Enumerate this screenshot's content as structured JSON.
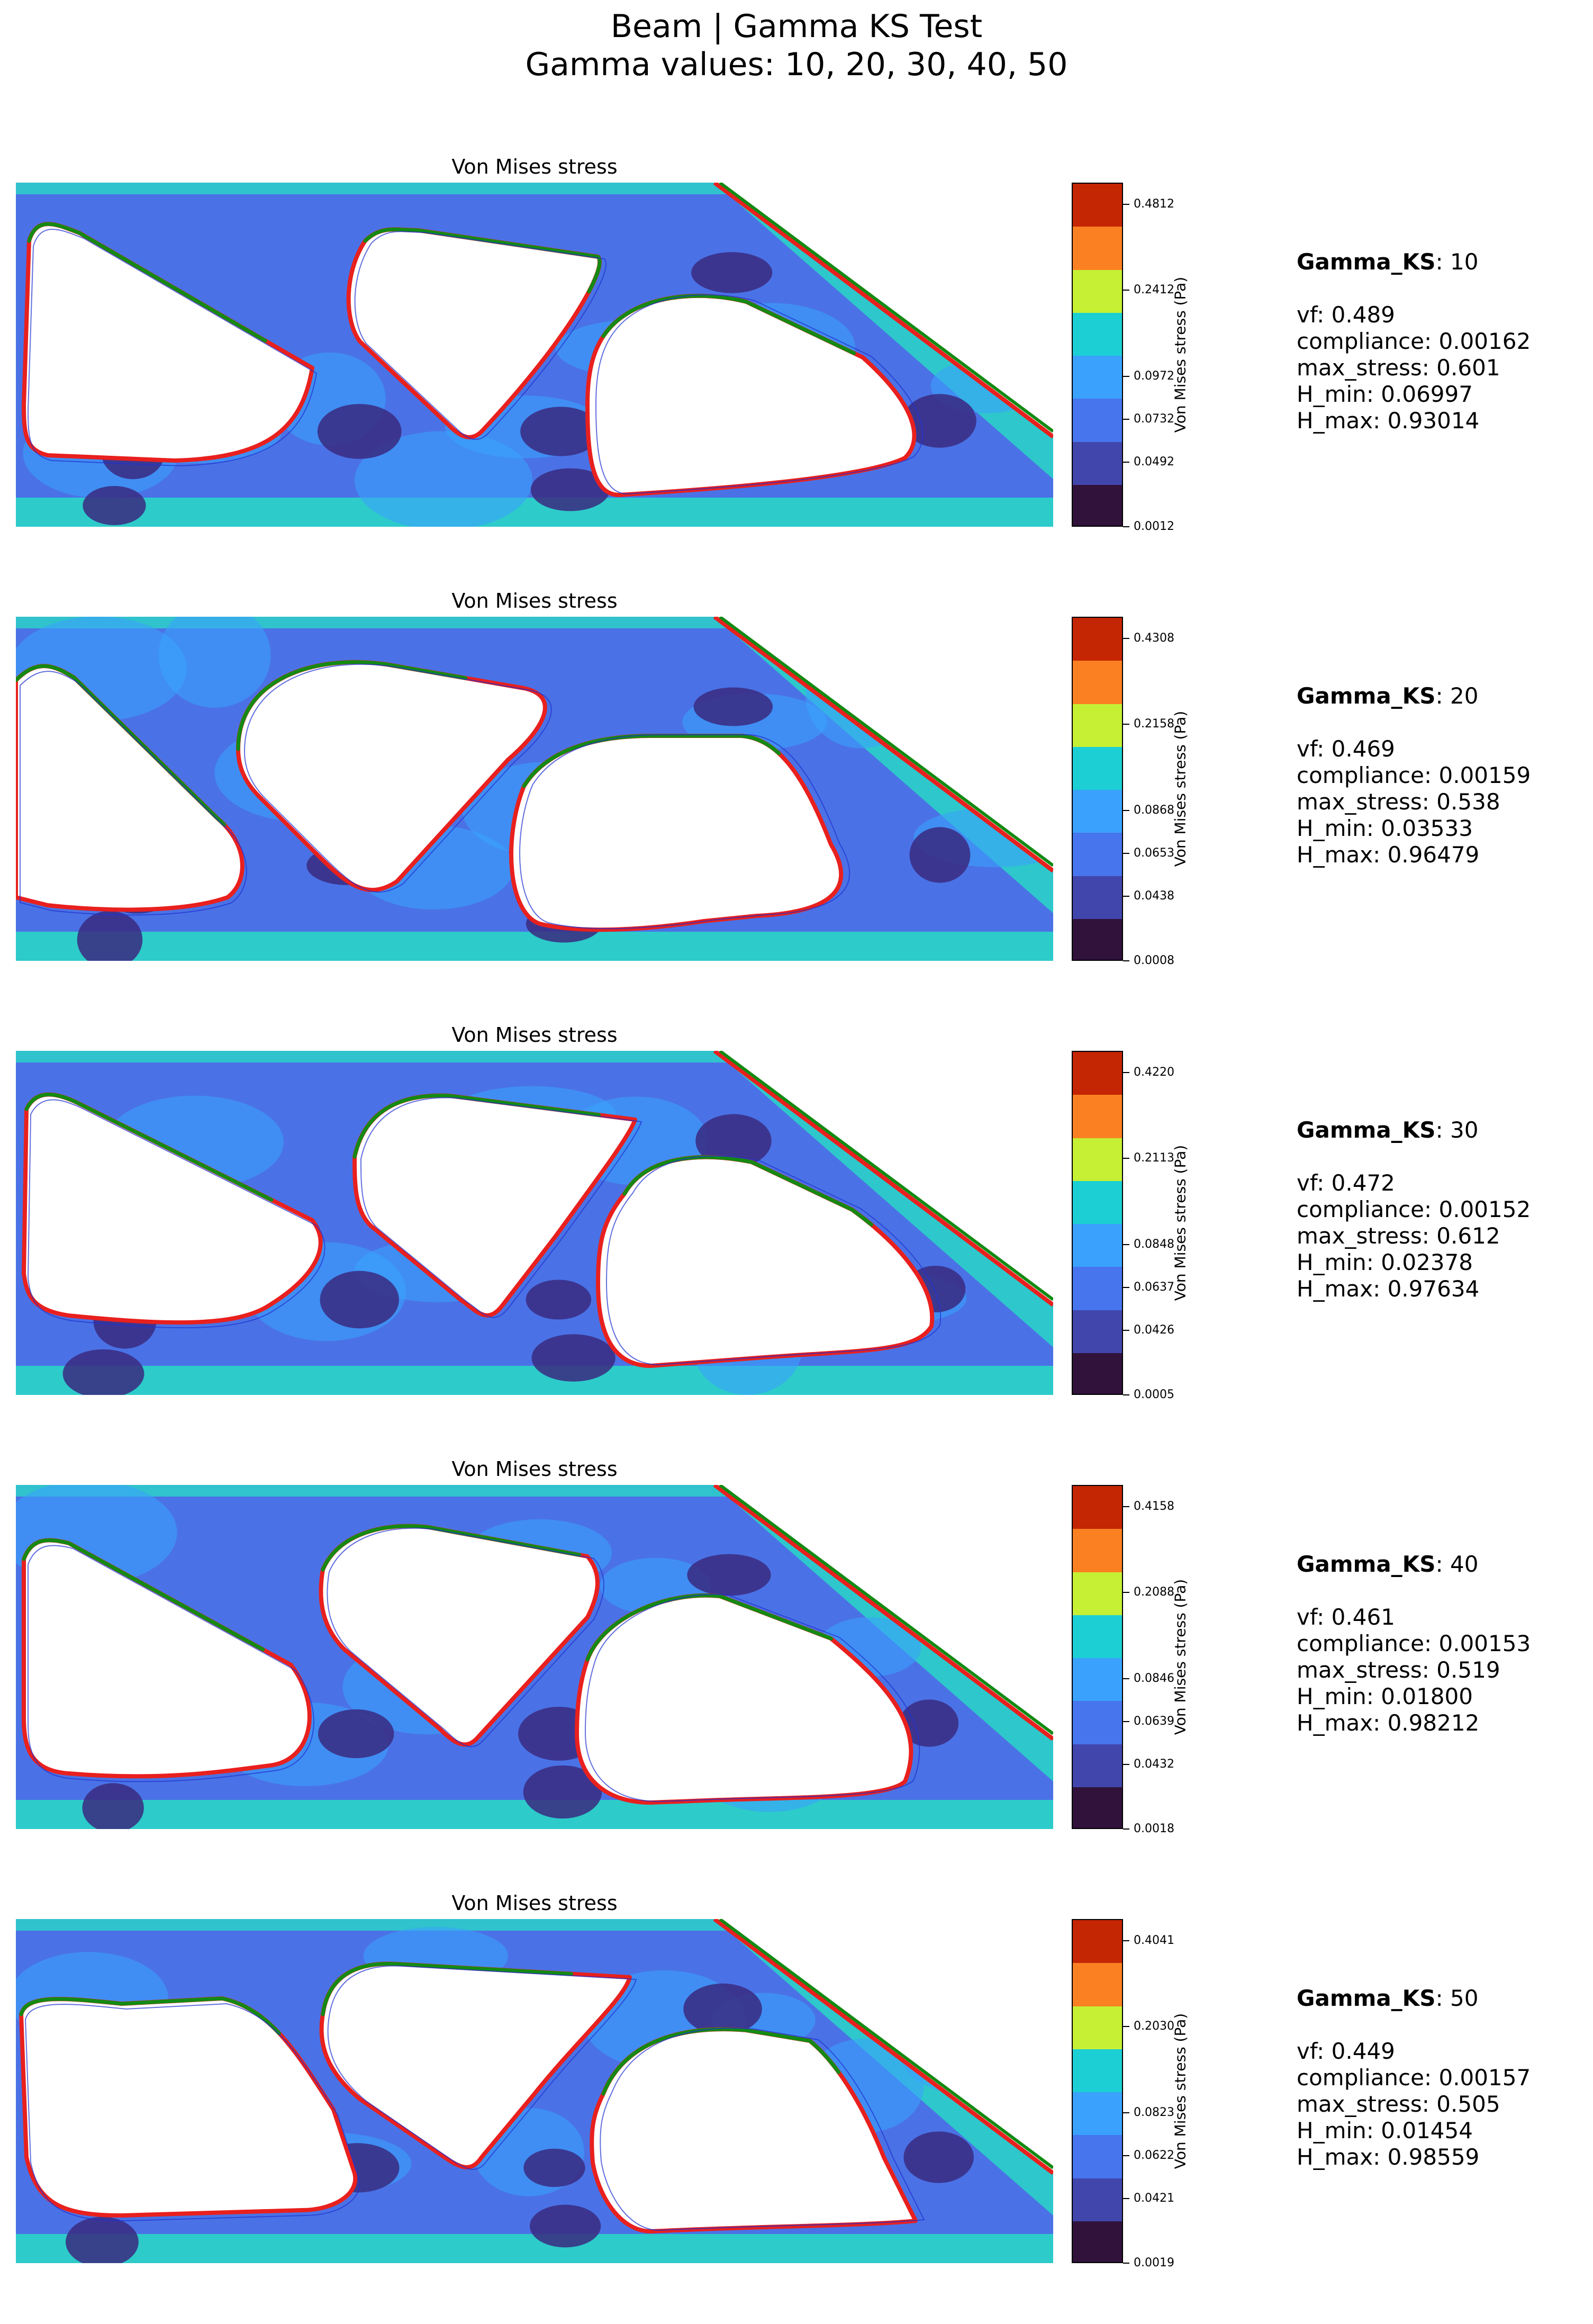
{
  "figure": {
    "title_line1": "Beam | Gamma KS Test",
    "title_line2": "Gamma values: 10, 20, 30, 40, 50"
  },
  "colors": {
    "bands": [
      "#30123b",
      "#4146ac",
      "#4675ed",
      "#3aa2fc",
      "#1bcfd4",
      "#c5f034",
      "#fb8022",
      "#c42503"
    ],
    "background_field": "#4a72e6",
    "low_stress": "#3a2a80",
    "high_stress": "#2bd0c8",
    "hole_outline_red": "#e8201e",
    "hole_outline_green": "#138a13",
    "template_blue": "#2030d0"
  },
  "panels": [
    {
      "title": "Von Mises stress",
      "colorbar_label": "Von Mises stress (Pa)",
      "colorbar_ticks": [
        "0.4812",
        "0.2412",
        "0.0972",
        "0.0732",
        "0.0492",
        "0.0012"
      ],
      "gamma_label": "Gamma_KS",
      "gamma_value": ": 10",
      "vf": "vf: 0.489",
      "compliance": "compliance: 0.00162",
      "max_stress": "max_stress: 0.601",
      "h_min": "H_min: 0.06997",
      "h_max": "H_max: 0.93014"
    },
    {
      "title": "Von Mises stress",
      "colorbar_label": "Von Mises stress (Pa)",
      "colorbar_ticks": [
        "0.4308",
        "0.2158",
        "0.0868",
        "0.0653",
        "0.0438",
        "0.0008"
      ],
      "gamma_label": "Gamma_KS",
      "gamma_value": ": 20",
      "vf": "vf: 0.469",
      "compliance": "compliance: 0.00159",
      "max_stress": "max_stress: 0.538",
      "h_min": "H_min: 0.03533",
      "h_max": "H_max: 0.96479"
    },
    {
      "title": "Von Mises stress",
      "colorbar_label": "Von Mises stress (Pa)",
      "colorbar_ticks": [
        "0.4220",
        "0.2113",
        "0.0848",
        "0.0637",
        "0.0426",
        "0.0005"
      ],
      "gamma_label": "Gamma_KS",
      "gamma_value": ": 30",
      "vf": "vf: 0.472",
      "compliance": "compliance: 0.00152",
      "max_stress": "max_stress: 0.612",
      "h_min": "H_min: 0.02378",
      "h_max": "H_max: 0.97634"
    },
    {
      "title": "Von Mises stress",
      "colorbar_label": "Von Mises stress (Pa)",
      "colorbar_ticks": [
        "0.4158",
        "0.2088",
        "0.0846",
        "0.0639",
        "0.0432",
        "0.0018"
      ],
      "gamma_label": "Gamma_KS",
      "gamma_value": ": 40",
      "vf": "vf: 0.461",
      "compliance": "compliance: 0.00153",
      "max_stress": "max_stress: 0.519",
      "h_min": "H_min: 0.01800",
      "h_max": "H_max: 0.98212"
    },
    {
      "title": "Von Mises stress",
      "colorbar_label": "Von Mises stress (Pa)",
      "colorbar_ticks": [
        "0.4041",
        "0.2030",
        "0.0823",
        "0.0622",
        "0.0421",
        "0.0019"
      ],
      "gamma_label": "Gamma_KS",
      "gamma_value": ": 50",
      "vf": "vf: 0.449",
      "compliance": "compliance: 0.00157",
      "max_stress": "max_stress: 0.505",
      "h_min": "H_min: 0.01454",
      "h_max": "H_max: 0.98559"
    }
  ],
  "chart_data": {
    "type": "heatmap",
    "title": "Beam | Gamma KS Test",
    "subtitle": "Gamma values: 10, 20, 30, 40, 50",
    "panels": [
      {
        "title": "Von Mises stress",
        "colorbar_label": "Von Mises stress (Pa)",
        "gamma_ks": 10,
        "colorbar_ticks": [
          0.4812,
          0.2412,
          0.0972,
          0.0732,
          0.0492,
          0.0012
        ],
        "vf": 0.489,
        "compliance": 0.00162,
        "max_stress": 0.601,
        "H_min": 0.06997,
        "H_max": 0.93014
      },
      {
        "title": "Von Mises stress",
        "colorbar_label": "Von Mises stress (Pa)",
        "gamma_ks": 20,
        "colorbar_ticks": [
          0.4308,
          0.2158,
          0.0868,
          0.0653,
          0.0438,
          0.0008
        ],
        "vf": 0.469,
        "compliance": 0.00159,
        "max_stress": 0.538,
        "H_min": 0.03533,
        "H_max": 0.96479
      },
      {
        "title": "Von Mises stress",
        "colorbar_label": "Von Mises stress (Pa)",
        "gamma_ks": 30,
        "colorbar_ticks": [
          0.422,
          0.2113,
          0.0848,
          0.0637,
          0.0426,
          0.0005
        ],
        "vf": 0.472,
        "compliance": 0.00152,
        "max_stress": 0.612,
        "H_min": 0.02378,
        "H_max": 0.97634
      },
      {
        "title": "Von Mises stress",
        "colorbar_label": "Von Mises stress (Pa)",
        "gamma_ks": 40,
        "colorbar_ticks": [
          0.4158,
          0.2088,
          0.0846,
          0.0639,
          0.0432,
          0.0018
        ],
        "vf": 0.461,
        "compliance": 0.00153,
        "max_stress": 0.519,
        "H_min": 0.018,
        "H_max": 0.98212
      },
      {
        "title": "Von Mises stress",
        "colorbar_label": "Von Mises stress (Pa)",
        "gamma_ks": 50,
        "colorbar_ticks": [
          0.4041,
          0.203,
          0.0823,
          0.0622,
          0.0421,
          0.0019
        ],
        "vf": 0.449,
        "compliance": 0.00157,
        "max_stress": 0.505,
        "H_min": 0.01454,
        "H_max": 0.98559
      }
    ],
    "colorbar_levels": 8,
    "grid": false
  }
}
